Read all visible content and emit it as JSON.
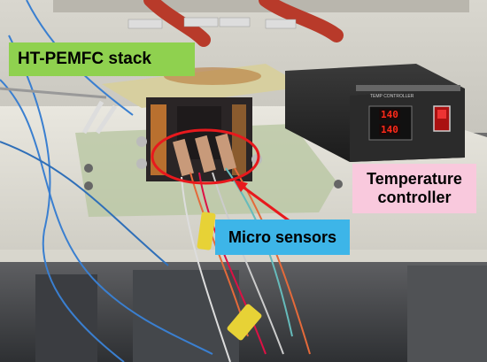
{
  "labels": {
    "stack": "HT-PEMFC stack",
    "temperature_line1": "Temperature",
    "temperature_line2": "controller",
    "micro_sensors": "Micro sensors"
  },
  "controller": {
    "panel_text": "TEMP CONTROLLER",
    "display_top": "140",
    "display_bottom": "140"
  },
  "colors": {
    "stack_label_bg": "#8fd14f",
    "temperature_label_bg": "#f9c9dd",
    "micro_label_bg": "#3db5e8",
    "highlight_ellipse": "#e8191d",
    "arrow": "#e8191d"
  }
}
